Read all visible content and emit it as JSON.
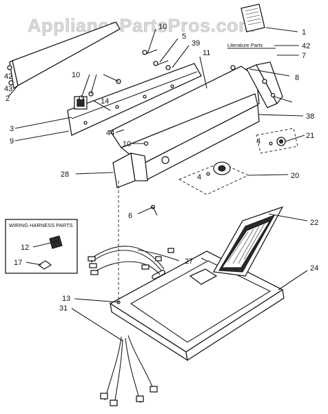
{
  "watermark": "AppliancePartsPros.com",
  "labels": {
    "literature_parts": "Literature Parts",
    "wiring_harness_parts": "WIRING HARNESS PARTS"
  },
  "callouts": {
    "c1": "1",
    "c2": "2",
    "c3": "3",
    "c4a": "4",
    "c4b": "4",
    "c5": "5",
    "c6": "6",
    "c7": "7",
    "c8": "8",
    "c9": "9",
    "c10a": "10",
    "c10b": "10",
    "c10c": "10",
    "c11": "11",
    "c12": "12",
    "c13": "13",
    "c14": "14",
    "c17": "17",
    "c20": "20",
    "c21": "21",
    "c22": "22",
    "c24": "24",
    "c27": "27",
    "c28": "28",
    "c31": "31",
    "c38": "38",
    "c39": "39",
    "c42a": "42",
    "c42b": "42",
    "c43": "43",
    "c44": "44"
  }
}
